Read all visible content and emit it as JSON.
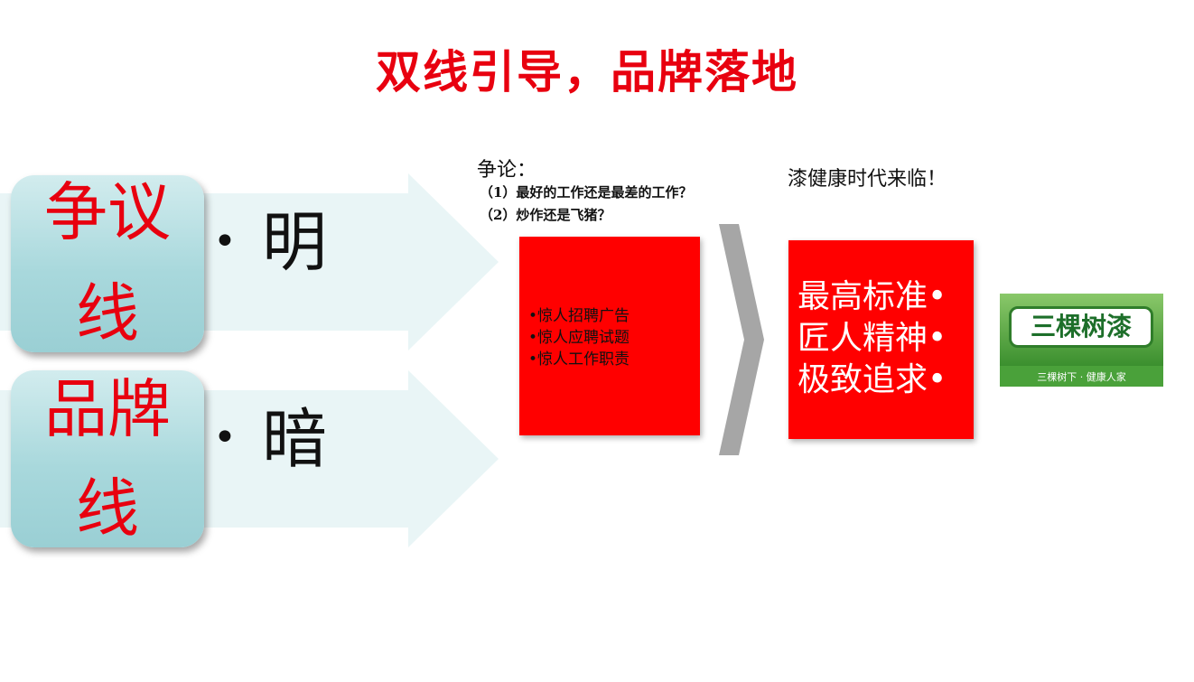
{
  "title": "双线引导，品牌落地",
  "lines": [
    {
      "label_top": "争议",
      "label_bottom": "线",
      "bullet": "明"
    },
    {
      "label_top": "品牌",
      "label_bottom": "线",
      "bullet": "暗"
    }
  ],
  "dispute": {
    "heading": "争论：",
    "items": [
      "（1）最好的工作还是最差的工作？",
      "（2）炒作还是飞猪？"
    ]
  },
  "box1_items": [
    "•惊人招聘广告",
    "•惊人应聘试题",
    "•惊人工作职责"
  ],
  "era_text": "漆健康时代来临！",
  "box2_items": [
    "最高标准•",
    "匠人精神•",
    "极致追求•"
  ],
  "logo": {
    "brand": "三棵树漆",
    "tagline": "三棵树下 · 健康人家"
  },
  "colors": {
    "accent": "#e8000f",
    "box": "#ff0000",
    "tile": "#a8d8dc",
    "arrow": "#e9f5f6"
  }
}
